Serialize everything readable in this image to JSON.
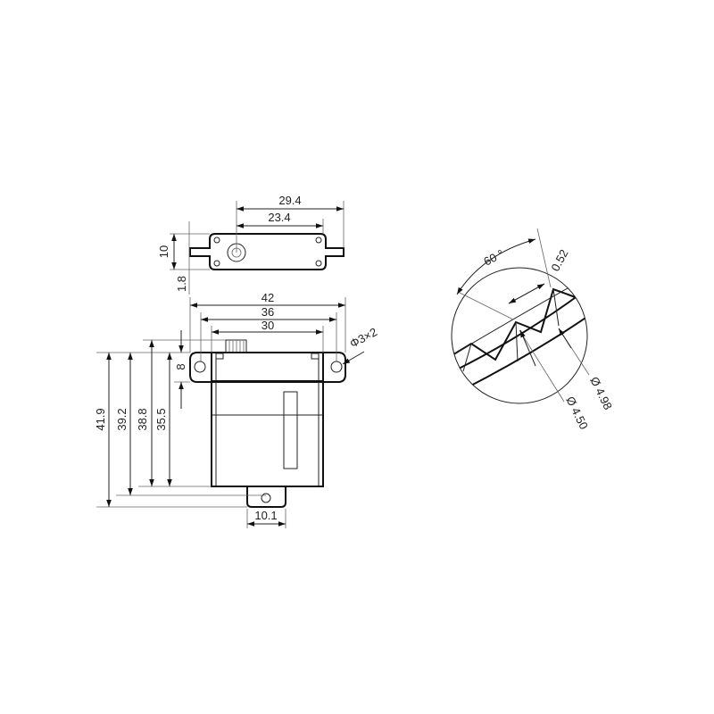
{
  "title": "Servo dimension drawing",
  "top_view": {
    "dim_29_4": "29.4",
    "dim_23_4": "23.4",
    "dim_10": "10",
    "dim_1_8": "1.8"
  },
  "front_view": {
    "dim_42": "42",
    "dim_36": "36",
    "dim_30": "30",
    "dim_8": "8",
    "hole_note": "Φ3×2",
    "dim_41_9": "41.9",
    "dim_39_2": "39.2",
    "dim_38_8": "38.8",
    "dim_35_5": "35.5",
    "dim_10_1": "10.1"
  },
  "spline_detail": {
    "angle": "60 °",
    "pitch": "0.52",
    "dia_outer": "Ø 4.98",
    "dia_inner": "Ø 4.50"
  },
  "colors": {
    "line": "#111111",
    "background": "#ffffff"
  }
}
